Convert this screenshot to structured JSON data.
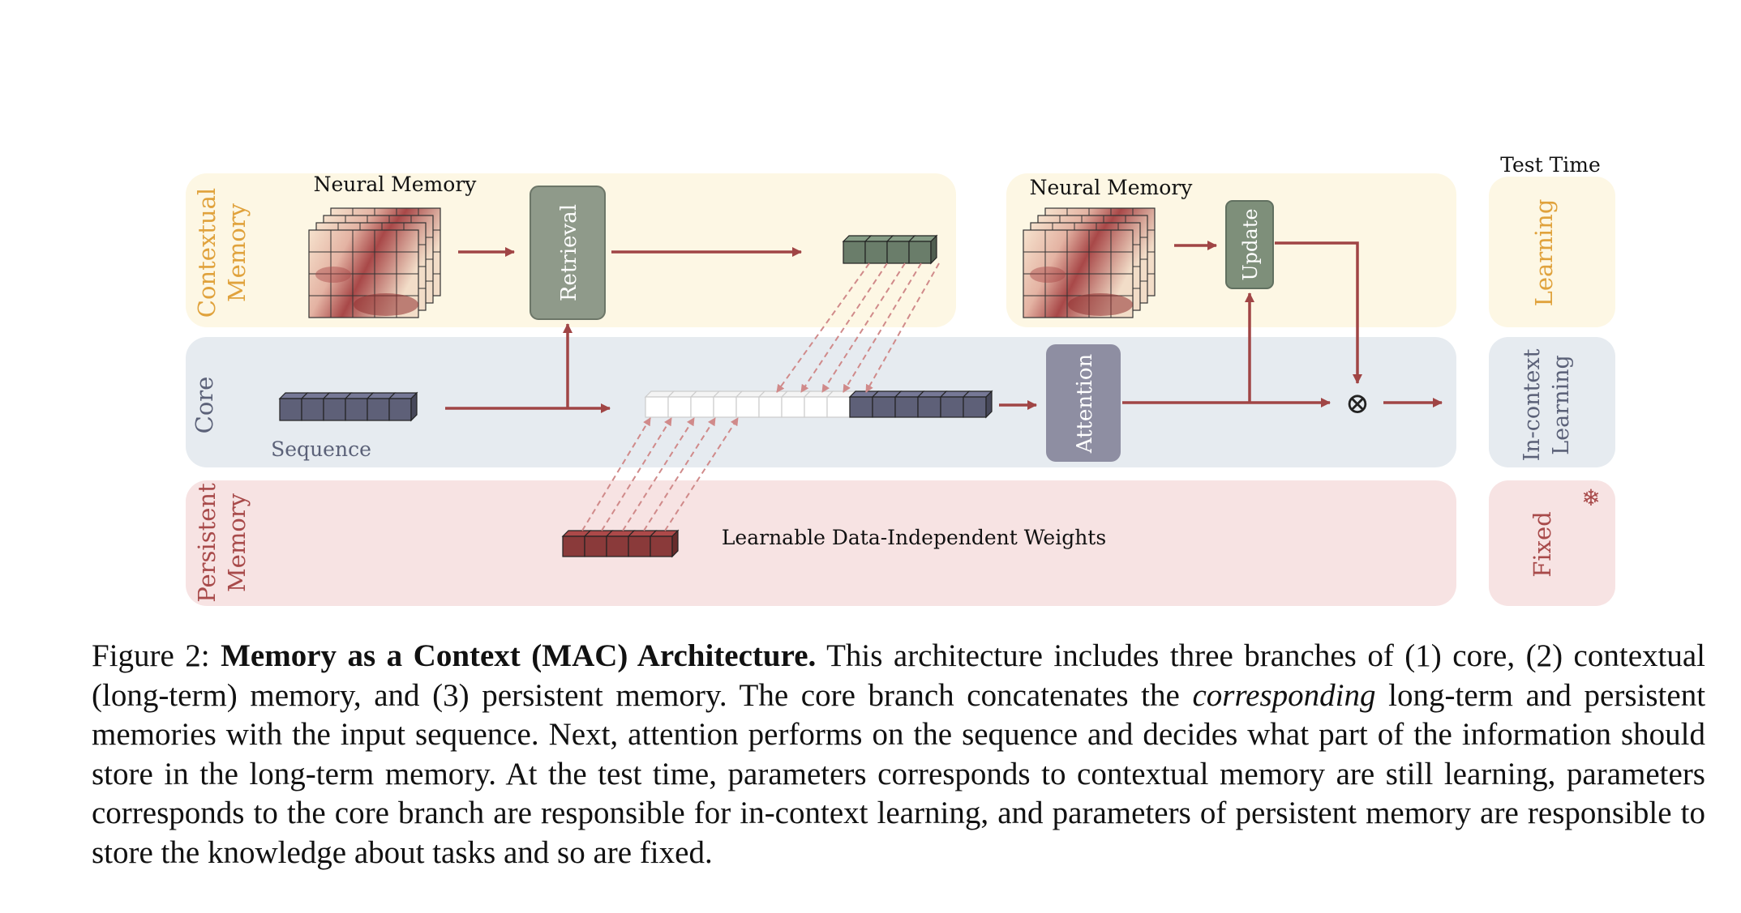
{
  "rows": {
    "contextual": {
      "label_line1": "Contextual",
      "label_line2": "Memory"
    },
    "core": {
      "label": "Core"
    },
    "persistent": {
      "label_line1": "Persistent",
      "label_line2": "Memory"
    }
  },
  "labels": {
    "neural_memory_left": "Neural Memory",
    "neural_memory_right": "Neural Memory",
    "retrieval": "Retrieval",
    "update": "Update",
    "attention": "Attention",
    "sequence": "Sequence",
    "persistent_weights": "Learnable Data-Independent Weights",
    "combine_symbol": "⊗"
  },
  "test_time": {
    "header": "Test Time",
    "learning": "Learning",
    "in_context_line1": "In-context",
    "in_context_line2": "Learning",
    "fixed": "Fixed",
    "fixed_icon": "❄"
  },
  "caption": {
    "figure_label": "Figure 2:",
    "title": "Memory as a Context (MAC) Architecture.",
    "text_before_italic": "This architecture includes three branches of (1) core, (2) contextual (long-term) memory, and (3) persistent memory. The core branch concatenates the",
    "italic_word": "corresponding",
    "text_after_italic": "long-term and persistent memories with the input sequence. Next, attention performs on the sequence and decides what part of the information should store in the long-term memory. At the test time, parameters corresponds to contextual memory are still learning, parameters corresponds to the core branch are responsible for in-context learning, and parameters of persistent memory are responsible to store the knowledge about tasks and so are fixed."
  },
  "colors": {
    "contextual_bg": "#fdf7e4",
    "core_bg": "#e6ebf0",
    "persistent_bg": "#f7e3e3",
    "contextual_text": "#e0a23c",
    "core_text": "#5b6178",
    "persistent_text": "#a84a4a",
    "arrow": "#a04545",
    "retrieval_box": "#8f9a8a",
    "update_box": "#7e8f7a",
    "attention_box": "#8e8ea2",
    "core_token": "#5e6078",
    "retrieved_token": "#6a7d6a",
    "persistent_token": "#8a3a3a",
    "empty_token": "#ffffff"
  },
  "icons": {
    "combine": "circled-times-icon",
    "fixed": "snowflake-icon",
    "neural_memory": "cube-grid-icon"
  }
}
